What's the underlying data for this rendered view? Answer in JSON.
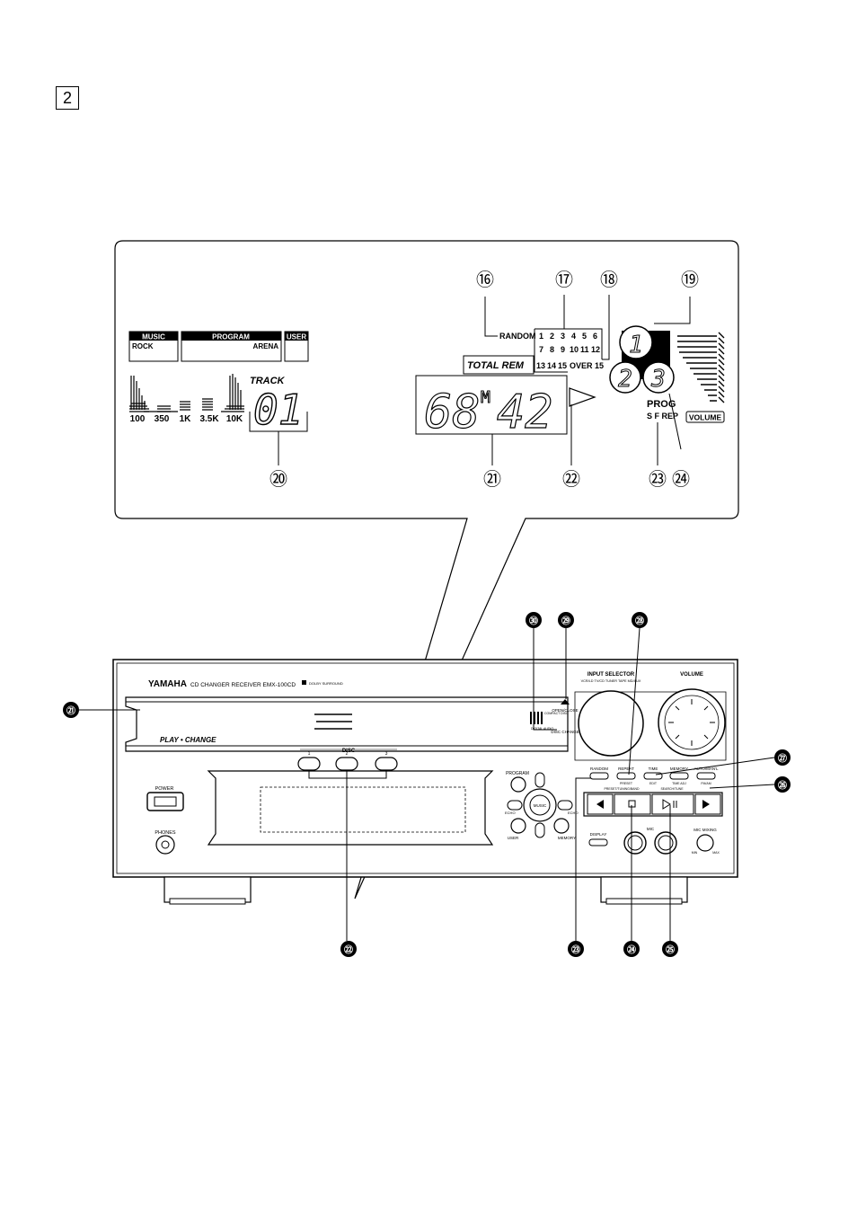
{
  "page": {
    "number": "2"
  },
  "display": {
    "labels": {
      "music": "MUSIC",
      "program": "PROGRAM",
      "user": "USER",
      "rock": "ROCK",
      "arena": "ARENA",
      "track": "TRACK",
      "random": "RANDOM",
      "total_rem": "TOTAL REM",
      "over15": "OVER 15",
      "prog": "PROG",
      "sfrep": "S F REP",
      "volume": "VOLUME",
      "track_digits": "01",
      "time_digits": "68",
      "time_m": "M",
      "time_digits2": "42",
      "disc1": "1",
      "disc2": "2",
      "disc3": "3"
    },
    "eq_bands": [
      "100",
      "350",
      "1K",
      "3.5K",
      "10K"
    ],
    "track_grid": [
      [
        "1",
        "2",
        "3",
        "4",
        "5",
        "6"
      ],
      [
        "7",
        "8",
        "9",
        "10",
        "11",
        "12"
      ],
      [
        "13",
        "14",
        "15"
      ]
    ],
    "callouts": [
      "⑯",
      "⑰",
      "⑱",
      "⑲",
      "⑳",
      "㉑",
      "㉒",
      "㉓",
      "㉔"
    ]
  },
  "unit": {
    "brand": "YAMAHA",
    "model": "CD CHANGER RECEIVER EMX-100CD",
    "brand_badge": "DOLBY SURROUND",
    "tray_logo": "PLAY • CHANGE",
    "cd_logo": "COMPACT DISC",
    "cd_logo_sub": "DIGITAL AUDIO",
    "labels": {
      "open_close": "OPEN/CLOSE",
      "disc_change": "DISC CHANGE",
      "input_selector": "INPUT SELECTOR",
      "input_selector_sub": "VCR/LD TV/CD TUNER TAPE MD/AUX",
      "volume": "VOLUME",
      "disc": "DISC",
      "disc1": "1",
      "disc2": "2",
      "disc3": "3",
      "power": "POWER",
      "phones": "PHONES",
      "program": "PROGRAM",
      "music": "MUSIC",
      "echo": "ECHO",
      "user": "USER",
      "memory": "MEMORY",
      "random": "RANDOM",
      "repeat": "REPEAT",
      "repeat_sub": "PRESET",
      "time": "TIME",
      "time_sub": "EDIT",
      "memory2": "MEMORY",
      "memory2_sub": "TIME ADJ",
      "auto_manual": "AUTO/MAN'L",
      "auto_manual_sub": "FM/AM",
      "preset_tuning_band": "PRESET/TUNING/BAND",
      "search_tune": "SEARCH/TUNE",
      "display": "DISPLAY",
      "mic": "MIC",
      "mic_mixing": "MIC MIXING",
      "min": "MIN",
      "max": "MAX"
    },
    "callouts": [
      "㉑",
      "㉒",
      "㉓",
      "㉔",
      "㉕",
      "㉖",
      "㉗",
      "㉘",
      "㉙",
      "㉚"
    ]
  }
}
